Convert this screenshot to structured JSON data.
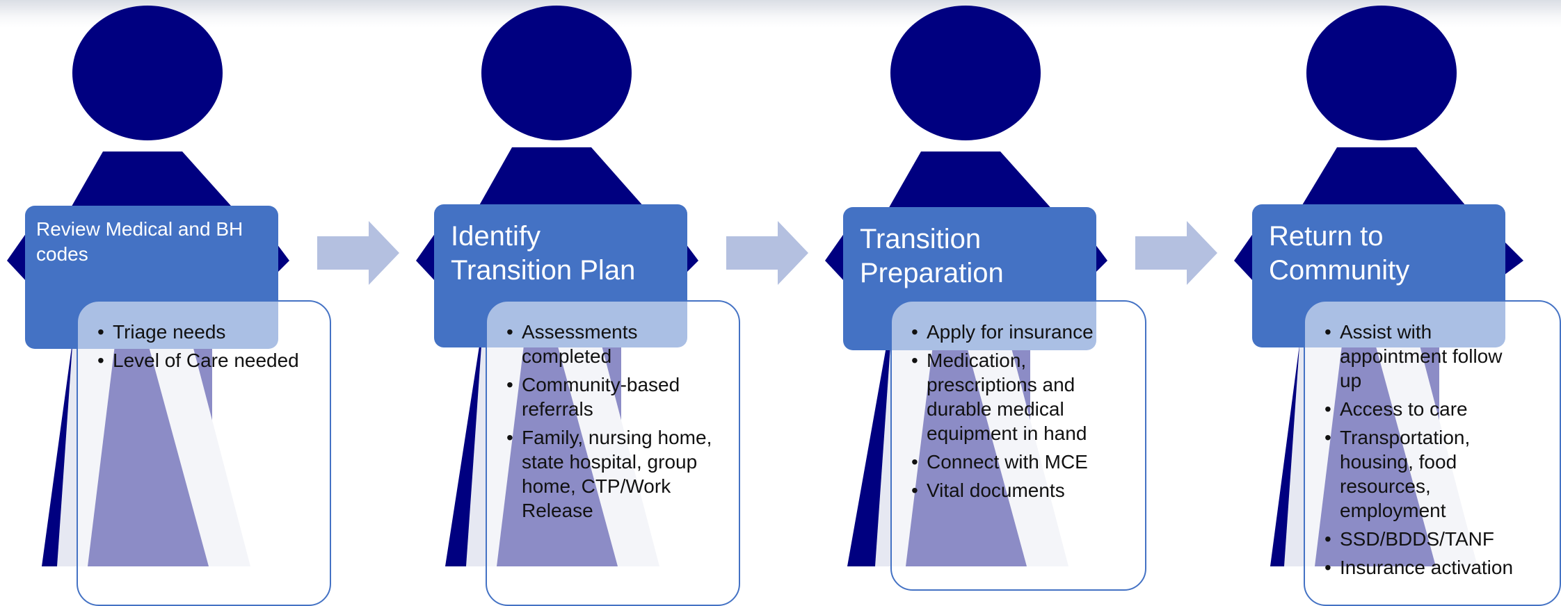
{
  "steps": [
    {
      "title": "Review Medical and BH\ncodes",
      "items": [
        "Triage needs",
        "Level of Care needed"
      ]
    },
    {
      "title": "Identify\nTransition Plan",
      "items": [
        "Assessments\ncompleted",
        "Community-based\nreferrals",
        "Family, nursing home,\nstate hospital, group\nhome, CTP/Work\nRelease"
      ]
    },
    {
      "title": "Transition\nPreparation",
      "items": [
        "Apply for insurance",
        "Medication,\nprescriptions and\ndurable medical\nequipment in hand",
        "Connect with MCE",
        "Vital documents"
      ]
    },
    {
      "title": "Return to\nCommunity",
      "items": [
        "Assist with\nappointment follow\nup",
        "Access to care",
        "Transportation,\nhousing, food\nresources,\nemployment",
        "SSD/BDDS/TANF",
        "Insurance activation"
      ]
    }
  ],
  "colors": {
    "figure": "#000080",
    "title_box": "#4472c4",
    "arrow": "#b4c0e0",
    "leg_overlay": "#e6e8f2"
  }
}
